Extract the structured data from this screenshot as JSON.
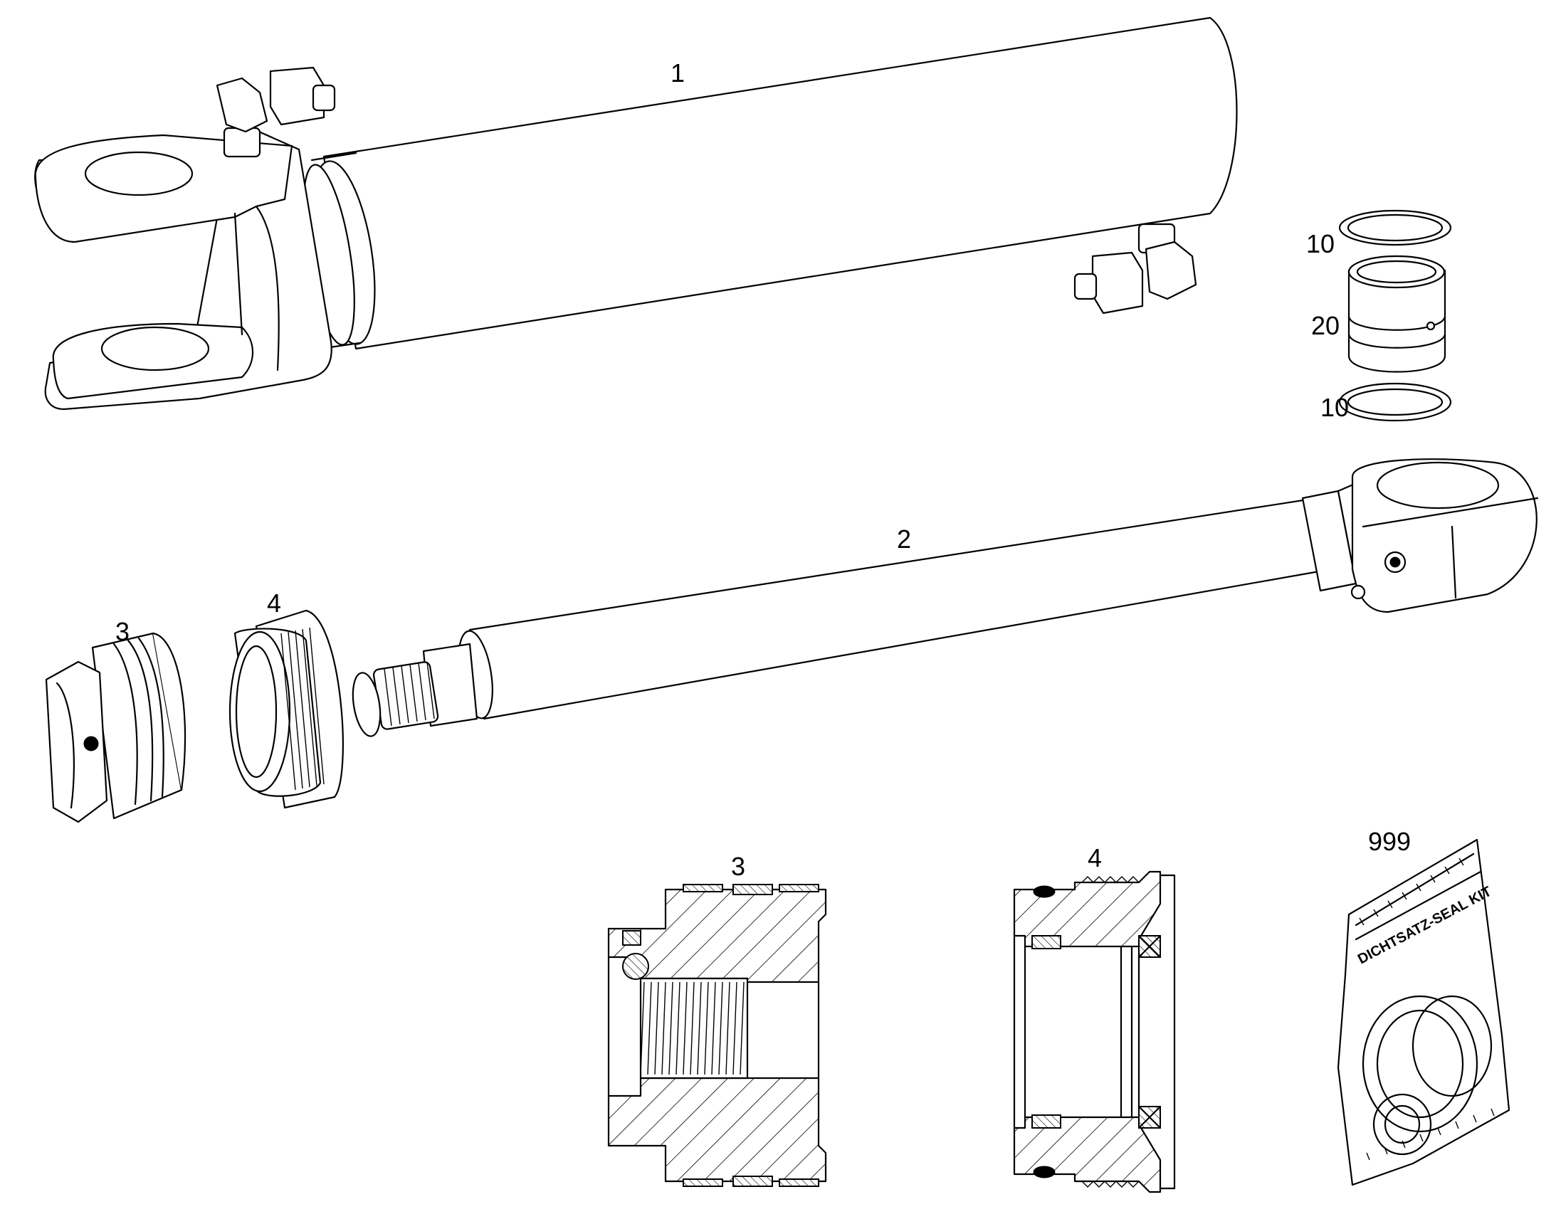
{
  "callouts": {
    "cylinder_tube": "1",
    "piston_rod": "2",
    "piston": "3",
    "guide_head": "4",
    "wiper_ring_top": "10",
    "bushing": "20",
    "wiper_ring_bottom": "10",
    "section_piston": "3",
    "section_guide_head": "4",
    "seal_kit": "999"
  },
  "seal_kit": {
    "bag_text": "DICHTSATZ-SEAL KIT"
  }
}
